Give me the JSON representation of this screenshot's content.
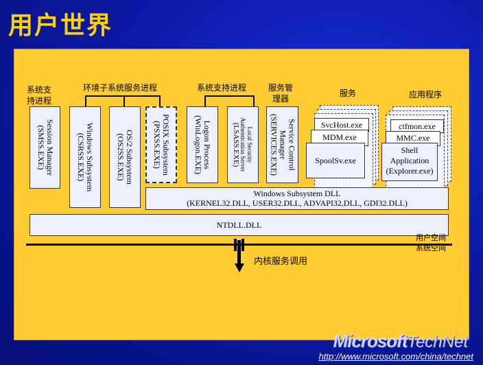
{
  "title": "用户世界",
  "groups": {
    "sys_support": "系统支\n持进程",
    "env_subsys": "环境子系统服务进程",
    "sys_support2": "系统支持进程",
    "svc_manager": "服务管\n理器",
    "services": "服务",
    "apps": "应用程序"
  },
  "boxes": {
    "smss": [
      "Session Manager",
      "(SMSS.EXE)"
    ],
    "csrss": [
      "Windows Subsystem",
      "(CSRSS.EXE)"
    ],
    "os2": [
      "OS/2 Subsystem",
      "(OS2SS.EXE)"
    ],
    "posix": [
      "POSIX Subsystem",
      "(PSXSS.EXE)"
    ],
    "winlogon": [
      "Logon Process",
      "(WinLogon.EXE)"
    ],
    "lsass": [
      "Local Security",
      "Authentication Server",
      "(LSASS.EXE)"
    ],
    "services_exe": [
      "Service Control",
      "Manager",
      "(SERVICES.EXE)"
    ]
  },
  "service_items": [
    "SvcHost.exe",
    "MDM.exe",
    "SpoolSv.exe"
  ],
  "app_items": [
    "ctfmon.exe",
    "MMC.exe",
    "Shell\nApplication\n(Explorer.exe)"
  ],
  "win_dll": {
    "line1": "Windows Subsystem DLL",
    "line2": "(KERNEL32.DLL, USER32.DLL, ADVAPI32.DLL, GDI32.DLL)"
  },
  "ntdll": "NTDLL.DLL",
  "user_space": "用户空间",
  "kernel_space": "系统空间",
  "kernel_call": "内核服务调用",
  "brand": {
    "ms": "Microsoft",
    "tn": "TechNet"
  },
  "url": "http://www.microsoft.com/china/technet"
}
